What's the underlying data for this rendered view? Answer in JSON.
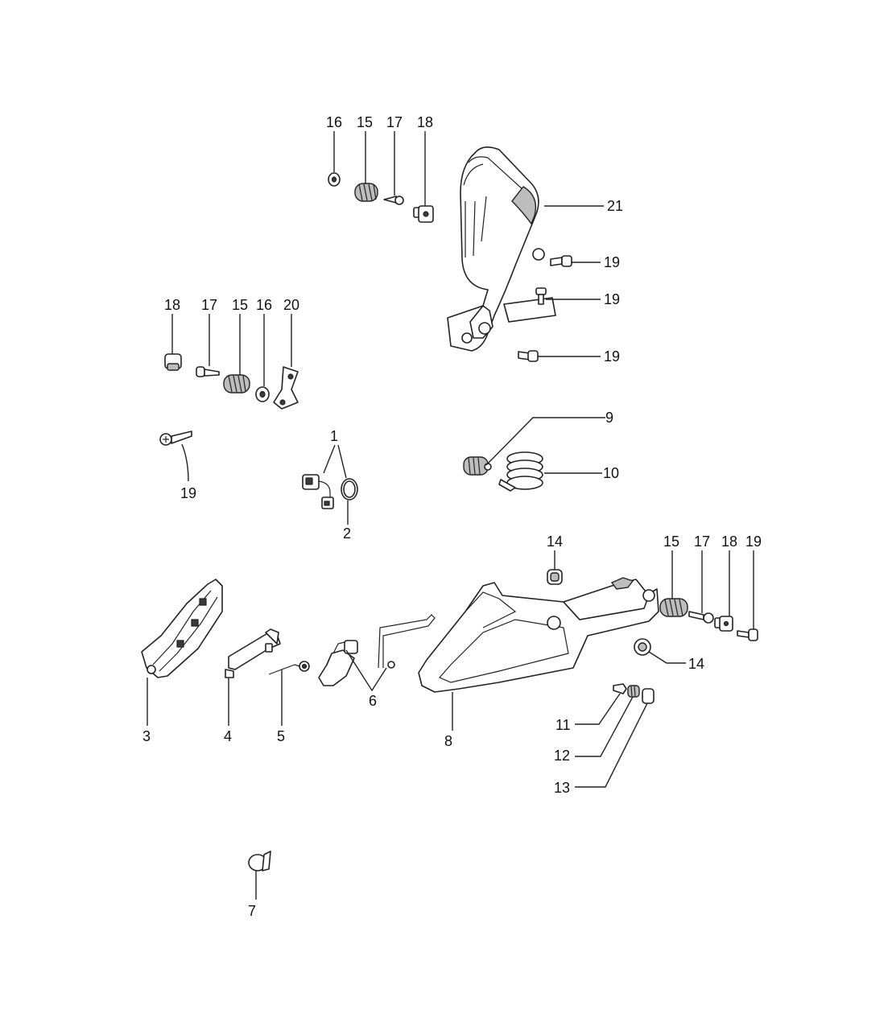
{
  "labels": {
    "l1": "1",
    "l2": "2",
    "l3": "3",
    "l4": "4",
    "l5": "5",
    "l6": "6",
    "l7": "7",
    "l8": "8",
    "l9": "9",
    "l10": "10",
    "l11": "11",
    "l12": "12",
    "l13": "13",
    "l14a": "14",
    "l14b": "14",
    "l15a": "15",
    "l15b": "15",
    "l15c": "15",
    "l16a": "16",
    "l16b": "16",
    "l17a": "17",
    "l17b": "17",
    "l17c": "17",
    "l18a": "18",
    "l18b": "18",
    "l18c": "18",
    "l19a": "19",
    "l19b": "19",
    "l19c": "19",
    "l19d": "19",
    "l19e": "19",
    "l20": "20",
    "l21": "21"
  }
}
